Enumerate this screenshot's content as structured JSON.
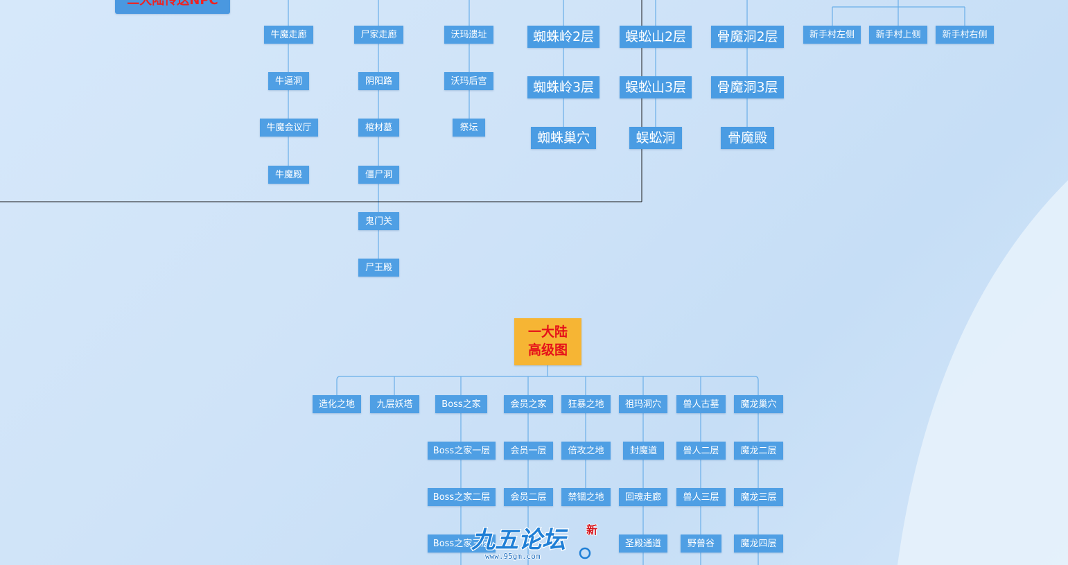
{
  "colors": {
    "node_fill": "#4f9fe4",
    "node_text": "#ffffff",
    "root_fill": "#f6b534",
    "root_text": "#e5111a",
    "connector": "#6aaee8",
    "frame_border": "#1a1a1a"
  },
  "top_section": {
    "partial_header": "二大陆传送NPC",
    "niumo_column": [
      "牛魔走廊",
      "牛逼洞",
      "牛魔会议厅",
      "牛魔殿"
    ],
    "shijia_column": [
      "尸家走廊",
      "阴阳路",
      "棺材墓",
      "僵尸洞",
      "鬼门关",
      "尸王殿"
    ],
    "woma_column": [
      "沃玛遗址",
      "沃玛后宫",
      "祭坛"
    ],
    "zhizhu_column": [
      "蜘蛛岭2层",
      "蜘蛛岭3层",
      "蜘蛛巢穴"
    ],
    "wugong_column": [
      "蜈蚣山2层",
      "蜈蚣山3层",
      "蜈蚣洞"
    ],
    "gumo_column": [
      "骨魔洞2层",
      "骨魔洞3层",
      "骨魔殿"
    ],
    "xinshou_row": [
      "新手村左侧",
      "新手村上侧",
      "新手村右侧"
    ]
  },
  "bottom_section": {
    "root_line1": "一大陆",
    "root_line2": "高级图",
    "zaohua": [
      "造化之地"
    ],
    "jiuceng": [
      "九层妖塔"
    ],
    "boss": [
      "Boss之家",
      "Boss之家一层",
      "Boss之家二层",
      "Boss之家三层"
    ],
    "huiyuan": [
      "会员之家",
      "会员一层",
      "会员二层"
    ],
    "kuangbao": [
      "狂暴之地",
      "倍攻之地",
      "禁锢之地"
    ],
    "zuma": [
      "祖玛洞穴",
      "封魔道",
      "回魂走廊",
      "圣殿通道"
    ],
    "shouren": [
      "兽人古墓",
      "兽人二层",
      "兽人三层",
      "野兽谷"
    ],
    "molong": [
      "魔龙巢穴",
      "魔龙二层",
      "魔龙三层",
      "魔龙四层"
    ]
  },
  "watermark": {
    "logo_text": "九五论坛",
    "badge": "新",
    "url": "www.95gm.com"
  }
}
